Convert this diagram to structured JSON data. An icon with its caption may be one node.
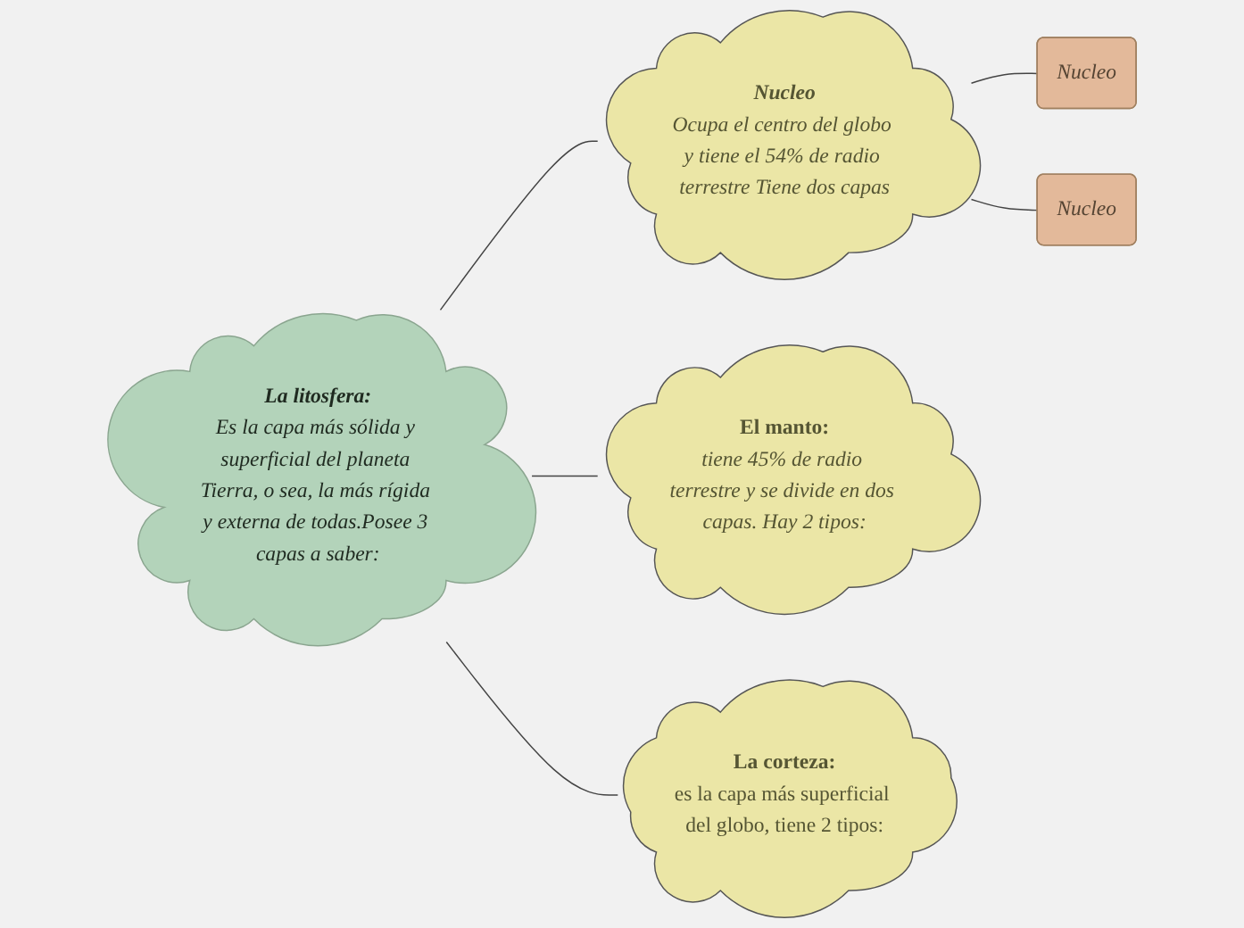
{
  "diagram": {
    "nodes": [
      {
        "text": [
          "La litosfera:",
          "Es la capa más sólida y superficial del planeta Tierra, o sea, la más rígida y externa de todas.Posee 3 capas a saber:"
        ]
      },
      {
        "text": [
          "Nucleo",
          "Ocupa el centro del globo y tiene el 54% de radio terrestre Tiene dos capas"
        ]
      },
      {
        "text": [
          "El manto:",
          "tiene 45% de radio terrestre y se divide en dos capas. Hay 2 tipos:"
        ]
      },
      {
        "text": [
          "La corteza:",
          "es la capa más superficial del globo, tiene 2 tipos:"
        ]
      },
      {
        "text": [
          "Nucleo"
        ]
      },
      {
        "text": [
          "Nucleo"
        ]
      }
    ],
    "edges": [
      {
        "from": 0,
        "to": 1,
        "arrow": "none"
      },
      {
        "from": 0,
        "to": 2,
        "arrow": "none"
      },
      {
        "from": 0,
        "to": 3,
        "arrow": "none"
      },
      {
        "from": 1,
        "to": 4,
        "arrow": "none"
      },
      {
        "from": 1,
        "to": 5,
        "arrow": "none"
      }
    ]
  }
}
